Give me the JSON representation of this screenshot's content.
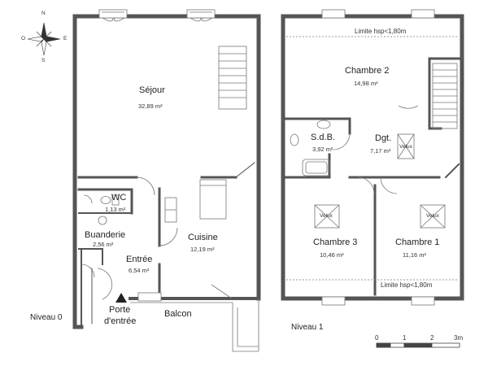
{
  "compass": {
    "north": "N",
    "east": "E",
    "south": "S",
    "west": "O"
  },
  "levels": {
    "ground": "Niveau 0",
    "upper": "Niveau 1"
  },
  "ground_floor": {
    "sejour": {
      "name": "Séjour",
      "area": "32,89 m²"
    },
    "wc": {
      "name": "WC",
      "area": "1,13 m²"
    },
    "buanderie": {
      "name": "Buanderie",
      "area": "2,56 m²"
    },
    "entree": {
      "name": "Entrée",
      "area": "6,54 m²"
    },
    "cuisine": {
      "name": "Cuisine",
      "area": "12,19 m²"
    },
    "porte": {
      "line1": "Porte",
      "line2": "d'entrée"
    },
    "balcon": "Balcon"
  },
  "upper_floor": {
    "limite_top": "Limite hsp<1,80m",
    "limite_bottom": "Limite hsp<1,80m",
    "chambre2": {
      "name": "Chambre 2",
      "area": "14,98 m²"
    },
    "sdb": {
      "name": "S.d.B.",
      "area": "3,92 m²"
    },
    "dgt": {
      "name": "Dgt.",
      "area": "7,17 m²"
    },
    "chambre3": {
      "name": "Chambre 3",
      "area": "10,46 m²"
    },
    "chambre1": {
      "name": "Chambre 1",
      "area": "11,16 m²"
    },
    "velux_dgt": "Velux",
    "velux_ch3": "Velux",
    "velux_ch1": "Velux"
  },
  "scale": {
    "t0": "0",
    "t1": "1",
    "t2": "2",
    "t3": "3m"
  },
  "colors": {
    "wall": "#555555",
    "line": "#777777",
    "text": "#222222"
  }
}
